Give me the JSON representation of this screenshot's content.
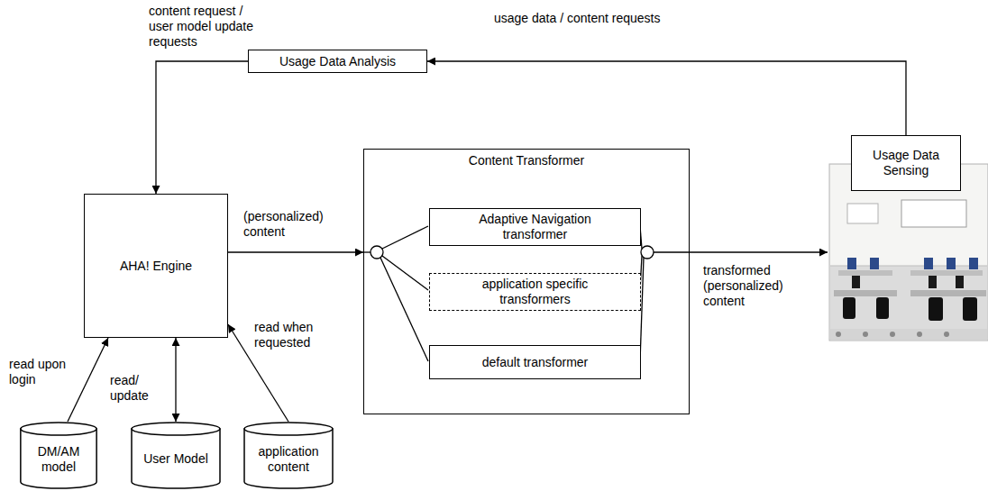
{
  "diagram": {
    "nodes": [
      {
        "text": [
          "Usage Data Analysis"
        ]
      },
      {
        "text": [
          "Usage Data Sensing"
        ]
      },
      {
        "text": [
          "AHA! Engine"
        ]
      },
      {
        "text": [
          "Content Transformer"
        ]
      },
      {
        "text": [
          "Adaptive Navigation transformer"
        ],
        "in": 3
      },
      {
        "text": [
          "application specific transformers"
        ],
        "in": 3
      },
      {
        "text": [
          "default transformer"
        ],
        "in": 3
      },
      {
        "text": [
          "DM/AM model"
        ]
      },
      {
        "text": [
          "User Model"
        ]
      },
      {
        "text": [
          "application content"
        ]
      }
    ],
    "edges": [
      {
        "from": 1,
        "to": 0,
        "arrow": "to",
        "label": "usage data / content requests"
      },
      {
        "from": 0,
        "to": 2,
        "arrow": "to",
        "label": "content request / user model update requests"
      },
      {
        "from": 2,
        "to": 3,
        "arrow": "to",
        "label": "(personalized) content"
      },
      {
        "from": 7,
        "to": 2,
        "arrow": "to",
        "label": "read upon login"
      },
      {
        "from": 8,
        "to": 2,
        "arrow": "both",
        "label": "read/ update"
      },
      {
        "from": 9,
        "to": 2,
        "arrow": "to",
        "label": "read when requested"
      }
    ],
    "labels": [
      "transformed (personalized) content"
    ]
  }
}
